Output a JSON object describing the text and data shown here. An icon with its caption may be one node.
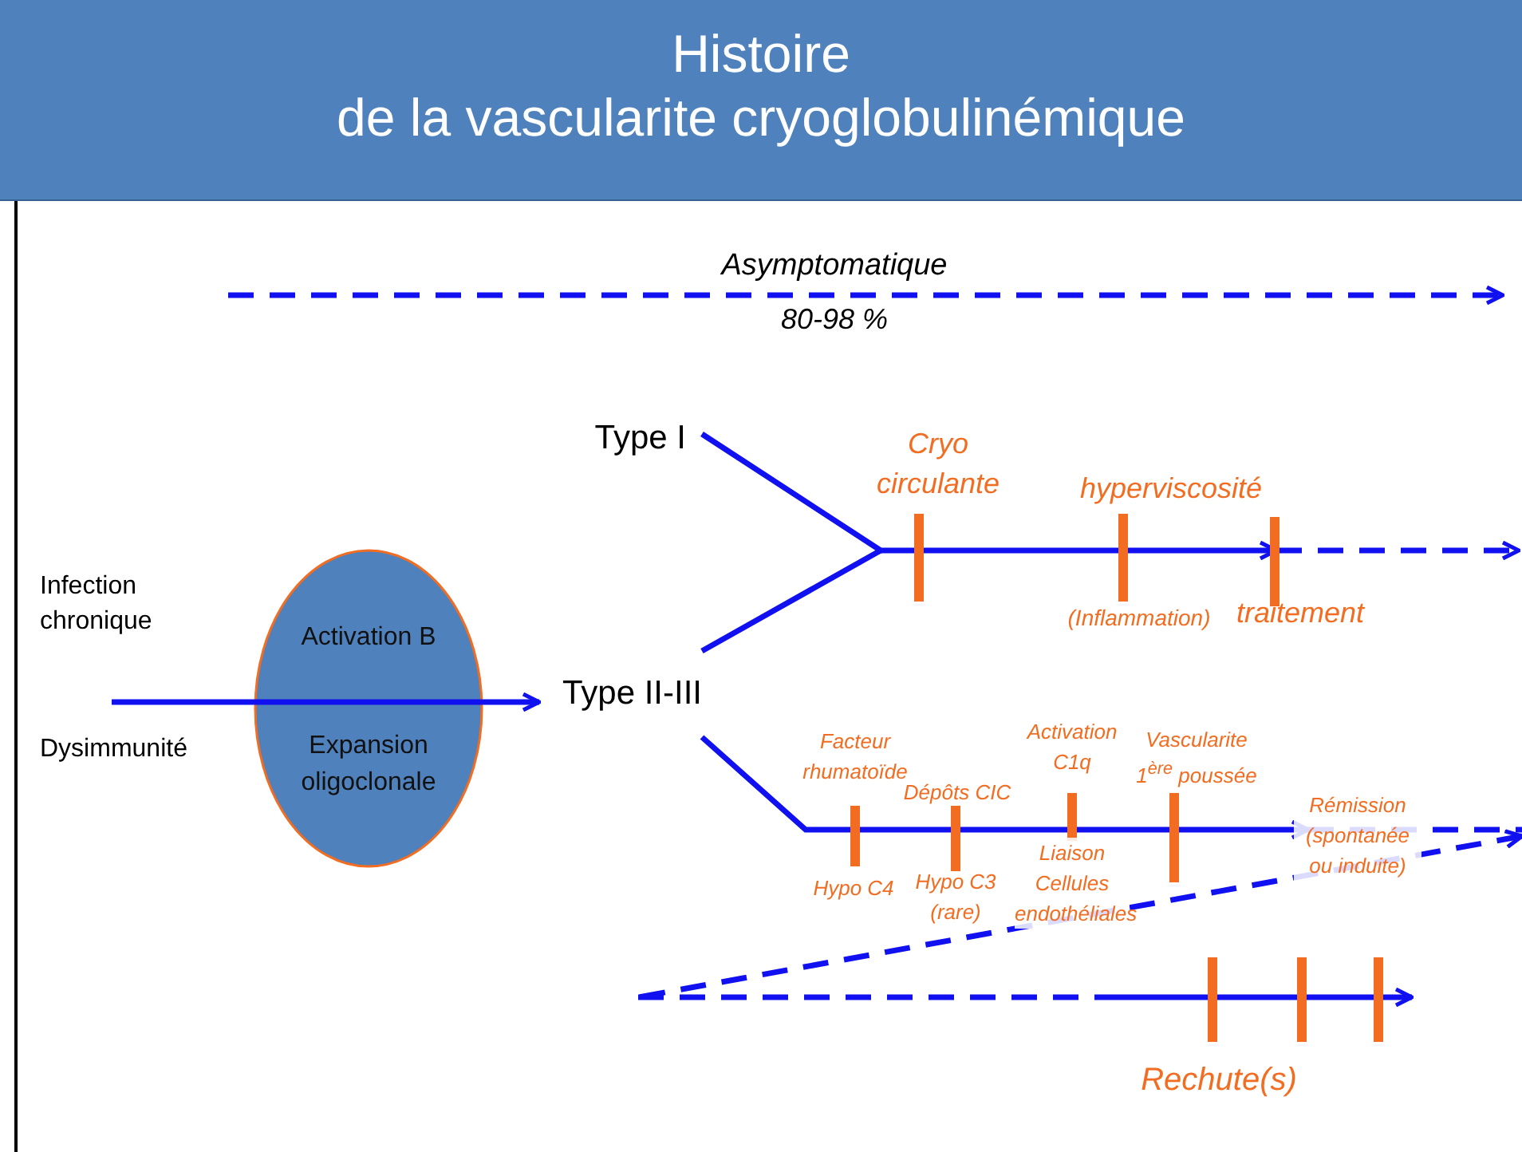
{
  "diagram": {
    "title": "Histoire de la vascularite cryoglobulinémique",
    "nodes": [
      {
        "text": [
          "Activation B",
          "Expansion oligoclonale"
        ]
      },
      {
        "text": [
          "Type I"
        ]
      },
      {
        "text": [
          "Type II-III"
        ]
      }
    ],
    "edges": [
      {
        "from": null,
        "to": 2,
        "arrow": "to"
      }
    ],
    "labels": [
      "Asymptomatique",
      "80-98 %",
      "Infection chronique",
      "Dysimmunité",
      "Cryo circulante",
      "hyperviscosité",
      "(Inflammation)",
      "traitement",
      "Facteur rhumatoïde",
      "Dépôts CIC",
      "Activation C1q",
      "Vascularite 1$^{ère}$ poussée",
      "Rémission (spontanée ou induite)",
      "Hypo C4",
      "Hypo C3 (rare)",
      "Liaison Cellules endothéliales",
      "Rechute(s)"
    ]
  }
}
